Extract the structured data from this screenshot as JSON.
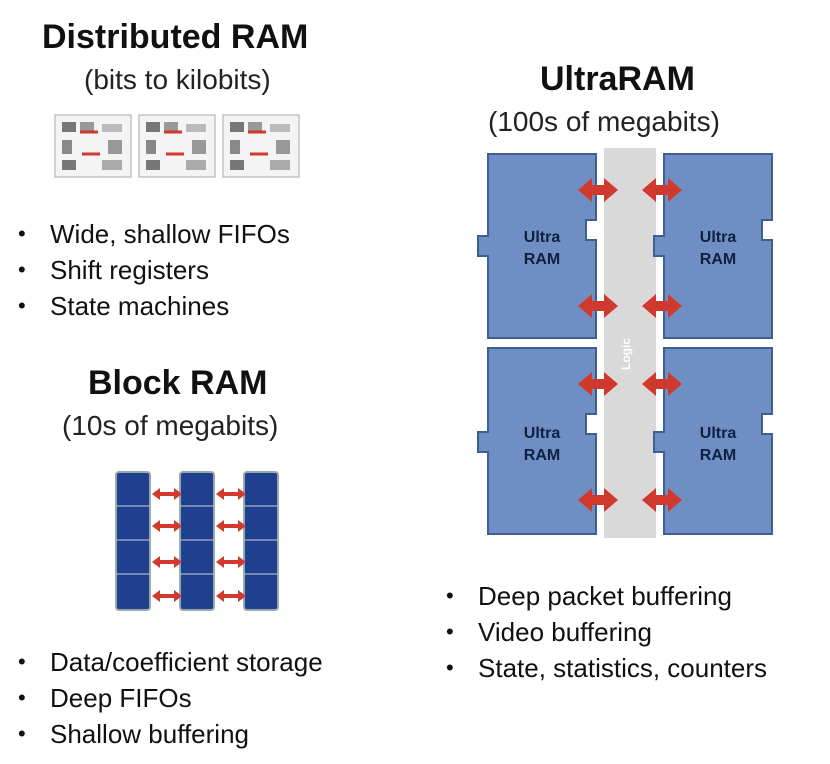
{
  "distributed": {
    "title": "Distributed RAM",
    "subtitle": "(bits to kilobits)",
    "bullets": [
      "Wide, shallow FIFOs",
      "Shift registers",
      "State machines"
    ]
  },
  "block": {
    "title": "Block RAM",
    "subtitle": "(10s of megabits)",
    "bullets": [
      "Data/coefficient storage",
      "Deep FIFOs",
      "Shallow buffering"
    ]
  },
  "ultra": {
    "title": "UltraRAM",
    "subtitle": "(100s of megabits)",
    "block_label_line1": "Ultra",
    "block_label_line2": "RAM",
    "center_label": "Logic",
    "bullets": [
      "Deep packet buffering",
      "Video buffering",
      "State, statistics, counters"
    ]
  },
  "colors": {
    "ultra_block": "#6f8fc4",
    "block_ram": "#1f3f8f",
    "arrow": "#d0392e"
  }
}
